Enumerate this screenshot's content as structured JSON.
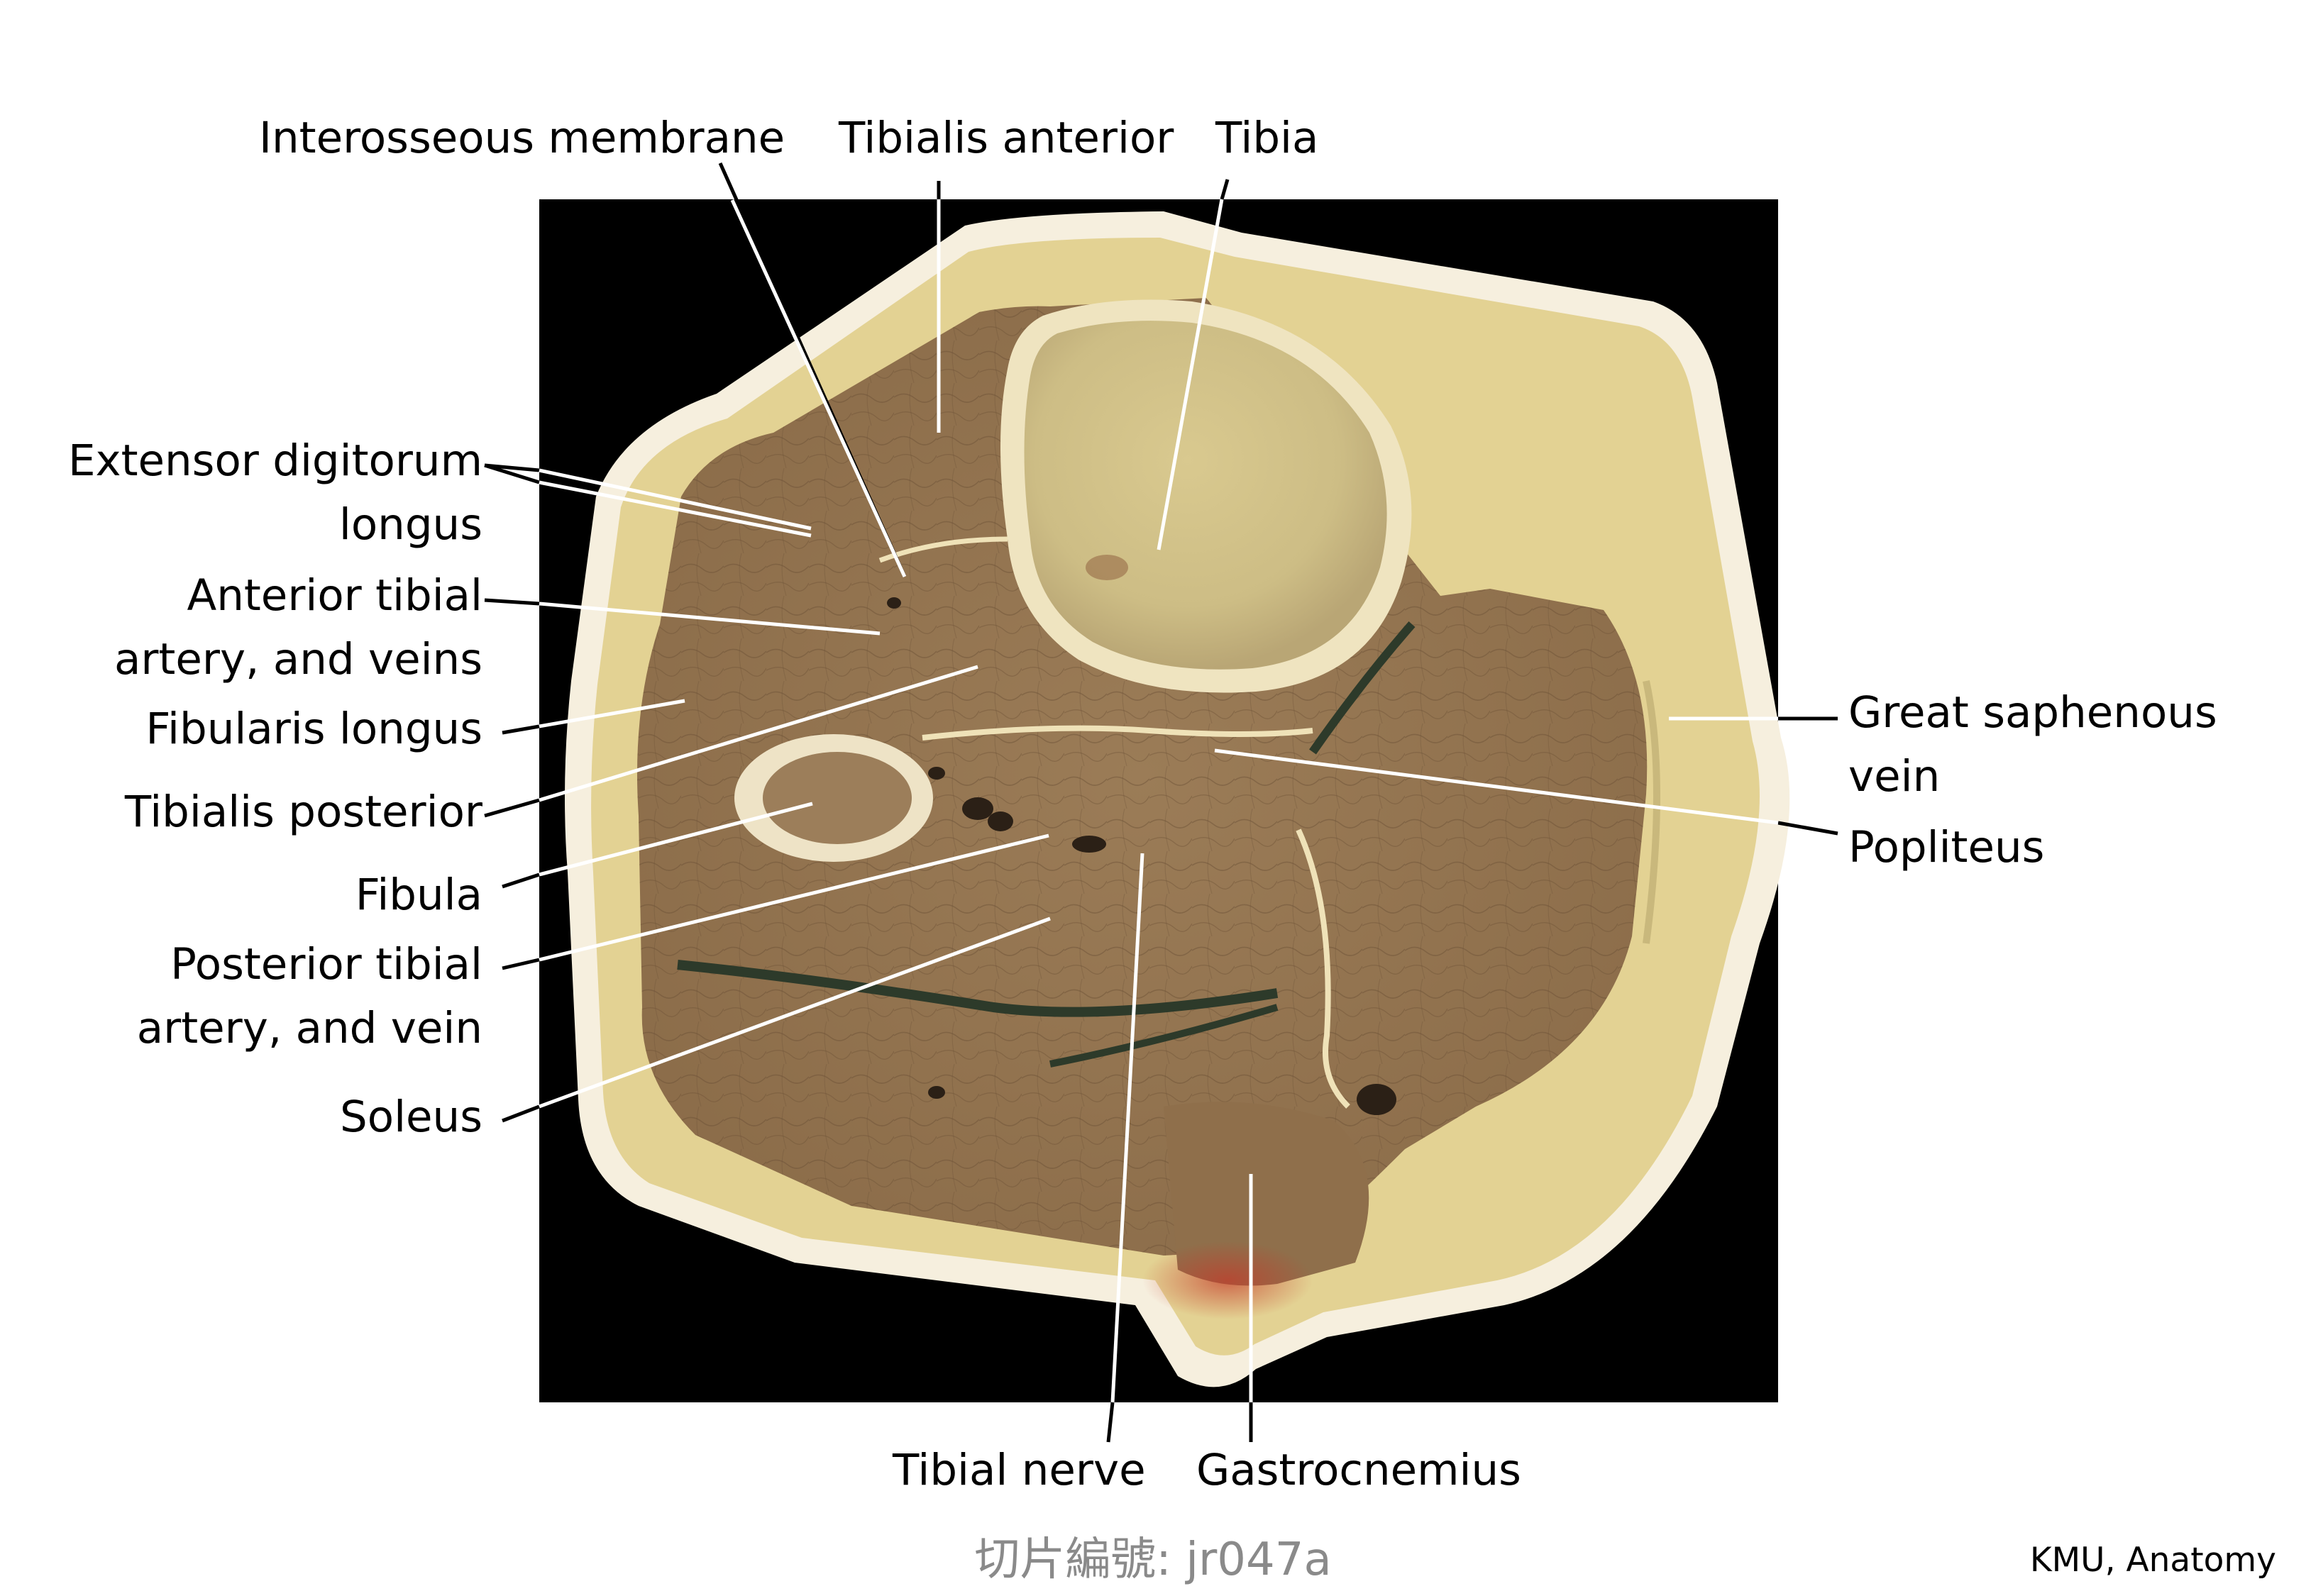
{
  "labels": {
    "interosseous_membrane": "Interosseous membrane",
    "tibialis_anterior": "Tibialis anterior",
    "tibia": "Tibia",
    "extensor_digitorum_longus": [
      "Extensor digitorum",
      "longus"
    ],
    "anterior_tibial_artery_veins": [
      "Anterior tibial",
      "artery, and veins"
    ],
    "fibularis_longus": "Fibularis longus",
    "tibialis_posterior": "Tibialis posterior",
    "fibula": "Fibula",
    "posterior_tibial_artery_vein": [
      "Posterior tibial",
      "artery, and vein"
    ],
    "soleus": "Soleus",
    "great_saphenous_vein": [
      "Great saphenous",
      "vein"
    ],
    "popliteus": "Popliteus",
    "tibial_nerve": "Tibial nerve",
    "gastrocnemius": "Gastrocnemius"
  },
  "caption": "切片編號: jr047a",
  "credit": "KMU, Anatomy",
  "colors": {
    "background_panel": "#000000",
    "skin": "#f4ecd8",
    "subcutaneous_fat": "#e6d59a",
    "muscle": "#9a7a55",
    "bone": "#ddd09f",
    "leader_lines": "#000000",
    "caption_text": "#8a8a8a"
  }
}
